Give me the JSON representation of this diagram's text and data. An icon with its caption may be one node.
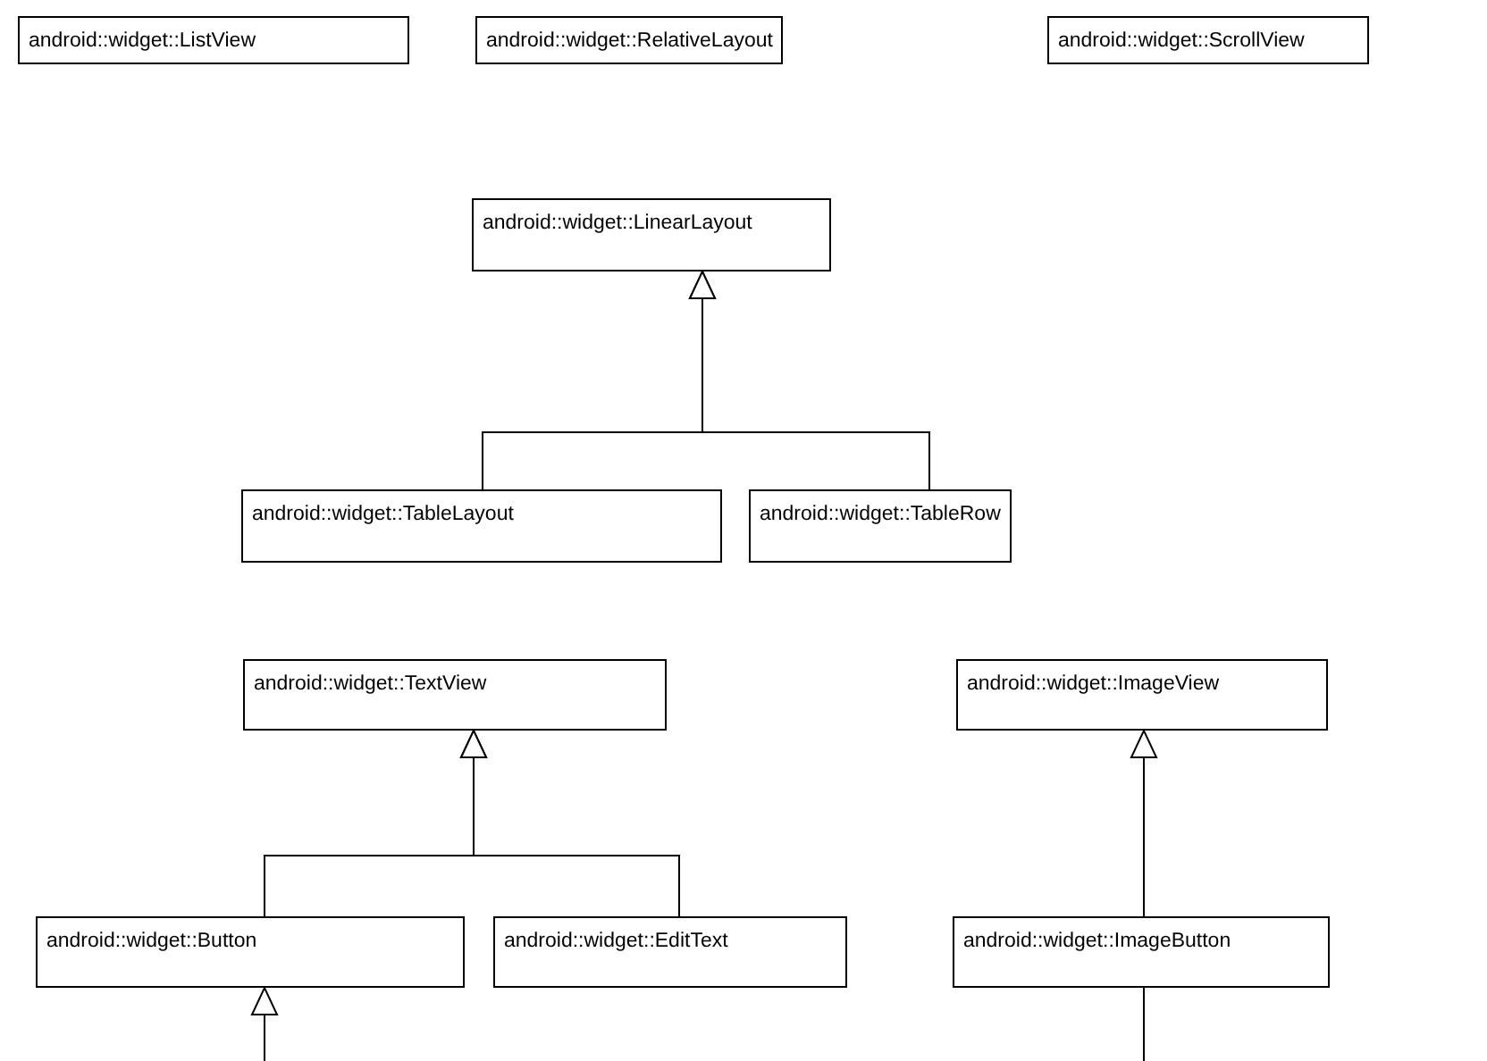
{
  "diagram": {
    "nodes": [
      {
        "text": [
          "android::widget::ListView"
        ]
      },
      {
        "text": [
          "android::widget::RelativeLayout"
        ]
      },
      {
        "text": [
          "android::widget::ScrollView"
        ]
      },
      {
        "text": [
          "android::widget::LinearLayout"
        ]
      },
      {
        "text": [
          "android::widget::TableLayout"
        ]
      },
      {
        "text": [
          "android::widget::TableRow"
        ]
      },
      {
        "text": [
          "android::widget::TextView"
        ]
      },
      {
        "text": [
          "android::widget::ImageView"
        ]
      },
      {
        "text": [
          "android::widget::Button"
        ]
      },
      {
        "text": [
          "android::widget::EditText"
        ]
      },
      {
        "text": [
          "android::widget::ImageButton"
        ]
      }
    ],
    "edges": [
      {
        "from": 4,
        "to": 3,
        "arrow": "to"
      },
      {
        "from": 5,
        "to": 3,
        "arrow": "to"
      },
      {
        "from": 8,
        "to": 6,
        "arrow": "to"
      },
      {
        "from": 9,
        "to": 6,
        "arrow": "to"
      },
      {
        "from": 10,
        "to": 7,
        "arrow": "to"
      },
      {
        "from": null,
        "to": 8,
        "arrow": "to"
      },
      {
        "from": 10,
        "to": null,
        "arrow": "none"
      }
    ]
  }
}
